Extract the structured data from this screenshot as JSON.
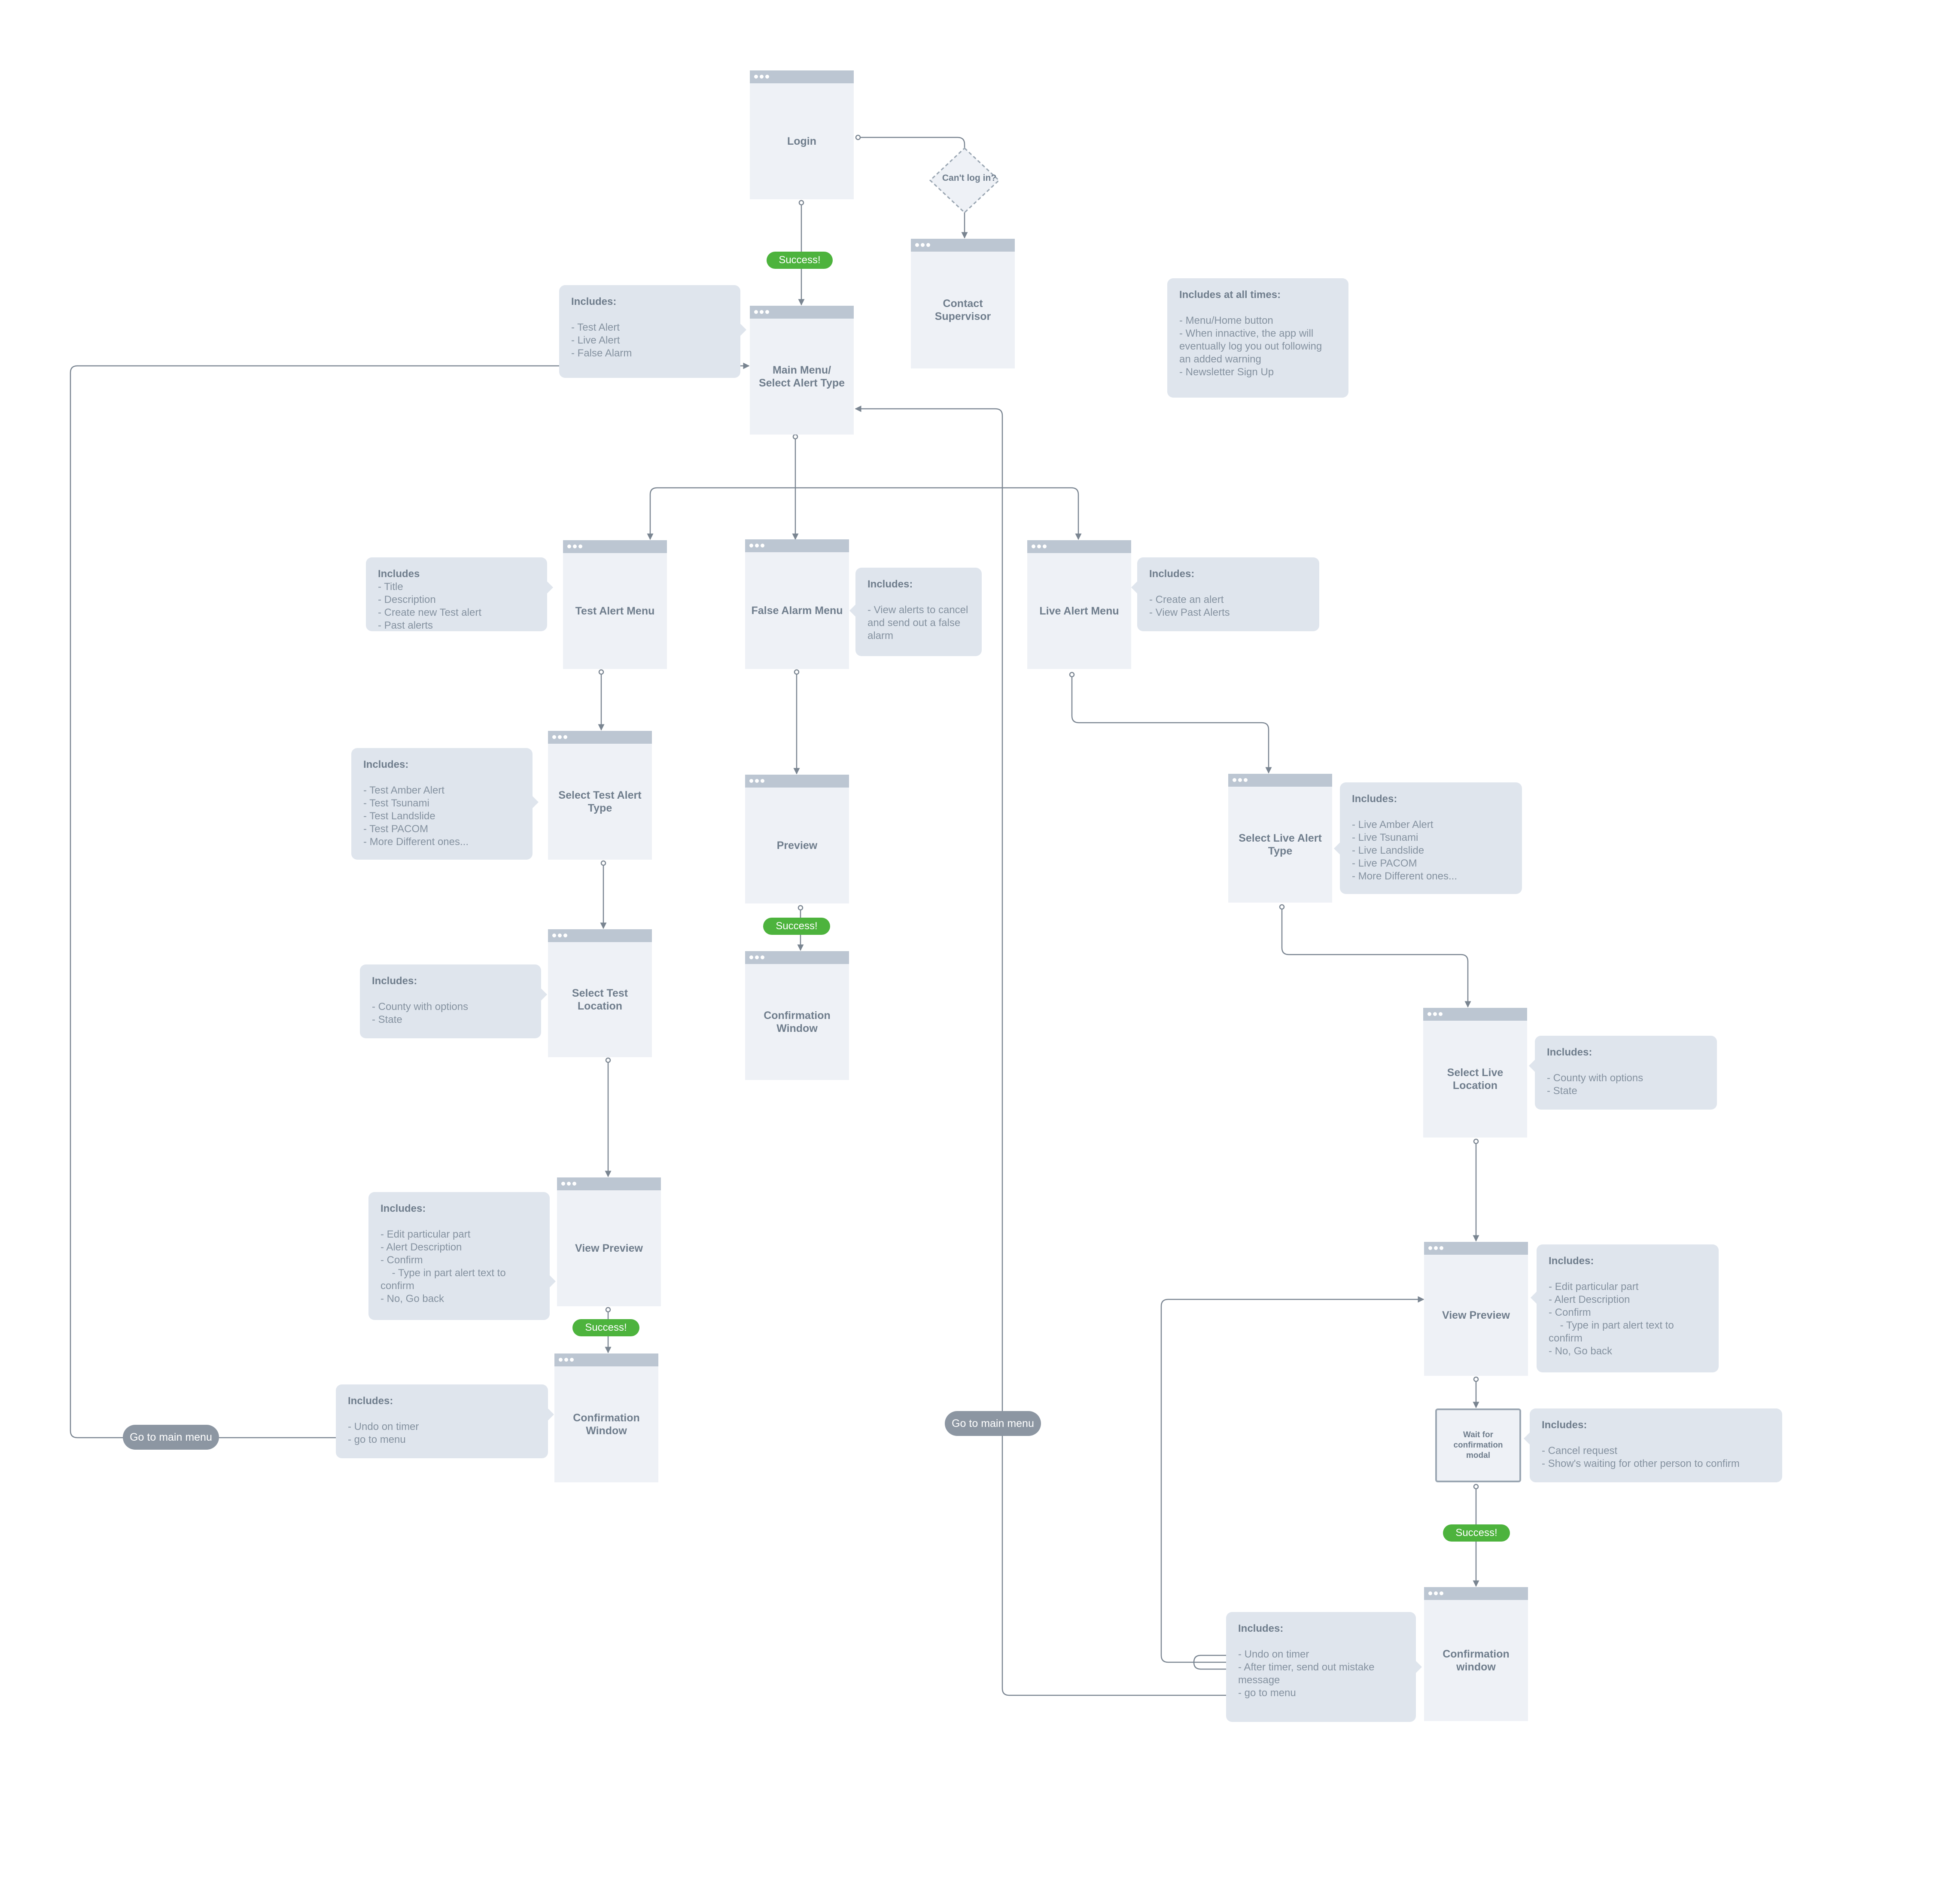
{
  "screens": {
    "login": "Login",
    "contact": "Contact Supervisor",
    "mainmenu": "Main Menu/\nSelect Alert Type",
    "testmenu": "Test Alert Menu",
    "falsemenu": "False Alarm Menu",
    "livemenu": "Live Alert Menu",
    "testtype": "Select Test Alert\nType",
    "testloc": "Select Test\nLocation",
    "testpreview": "View Preview",
    "testconfirm": "Confirmation\nWindow",
    "falsepreview": "Preview",
    "falseconfirm": "Confirmation\nWindow",
    "livetype": "Select Live Alert\nType",
    "liveloc": "Select Live\nLocation",
    "livepreview": "View Preview",
    "waitmodal": "Wait for\nconfirmation\nmodal",
    "liveconfirm": "Confirmation\nwindow"
  },
  "decision": {
    "label": "Can't log in?"
  },
  "pills": {
    "success": "Success!",
    "go_main_menu": "Go to main menu"
  },
  "notes": {
    "main": {
      "title": "Includes:",
      "lines": [
        "- Test Alert",
        "- Live Alert",
        "- False Alarm"
      ]
    },
    "always": {
      "title": "Includes at all times:",
      "lines": [
        "- Menu/Home button",
        "- When innactive, the app will\neventually log you out following\nan added warning",
        "- Newsletter Sign Up"
      ]
    },
    "testmenu": {
      "title": "Includes",
      "lines": [
        "- Title",
        "- Description",
        "- Create new Test alert",
        "- Past alerts"
      ]
    },
    "falsemenu": {
      "title": "Includes:",
      "lines": [
        "- View alerts to cancel\nand send out a false\nalarm"
      ]
    },
    "livemenu": {
      "title": "Includes:",
      "lines": [
        "- Create an alert",
        "- View Past Alerts"
      ]
    },
    "testtype": {
      "title": "Includes:",
      "lines": [
        "- Test Amber Alert",
        "- Test Tsunami",
        "- Test Landslide",
        "- Test PACOM",
        "- More Different ones..."
      ]
    },
    "testloc": {
      "title": "Includes:",
      "lines": [
        "- County with options",
        "- State"
      ]
    },
    "testpreview": {
      "title": "Includes:",
      "lines": [
        "- Edit particular part",
        "- Alert Description",
        "- Confirm",
        "    - Type in part alert text to\nconfirm",
        "- No, Go back"
      ]
    },
    "testconfirm": {
      "title": "Includes:",
      "lines": [
        "- Undo on timer",
        "- go to menu"
      ]
    },
    "livetype": {
      "title": "Includes:",
      "lines": [
        "- Live Amber Alert",
        "- Live Tsunami",
        "- Live Landslide",
        "- Live PACOM",
        "- More Different ones..."
      ]
    },
    "liveloc": {
      "title": "Includes:",
      "lines": [
        "- County with options",
        "- State"
      ]
    },
    "livepreview": {
      "title": "Includes:",
      "lines": [
        "- Edit particular part",
        "- Alert Description",
        "- Confirm",
        "    - Type in part alert text to\nconfirm",
        "- No, Go back"
      ]
    },
    "waitmodal": {
      "title": "Includes:",
      "lines": [
        "- Cancel request",
        "- Show's waiting for other person to confirm"
      ]
    },
    "liveconfirm": {
      "title": "Includes:",
      "lines": [
        "- Undo on timer",
        "- After timer, send out mistake\nmessage",
        "- go to menu"
      ]
    }
  },
  "colors": {
    "screen_bg": "#eef1f6",
    "screen_bar": "#bcc6d2",
    "note_bg": "#dfe5ed",
    "success": "#4db33d",
    "go_menu": "#8c96a2",
    "wire": "#7a8591"
  }
}
